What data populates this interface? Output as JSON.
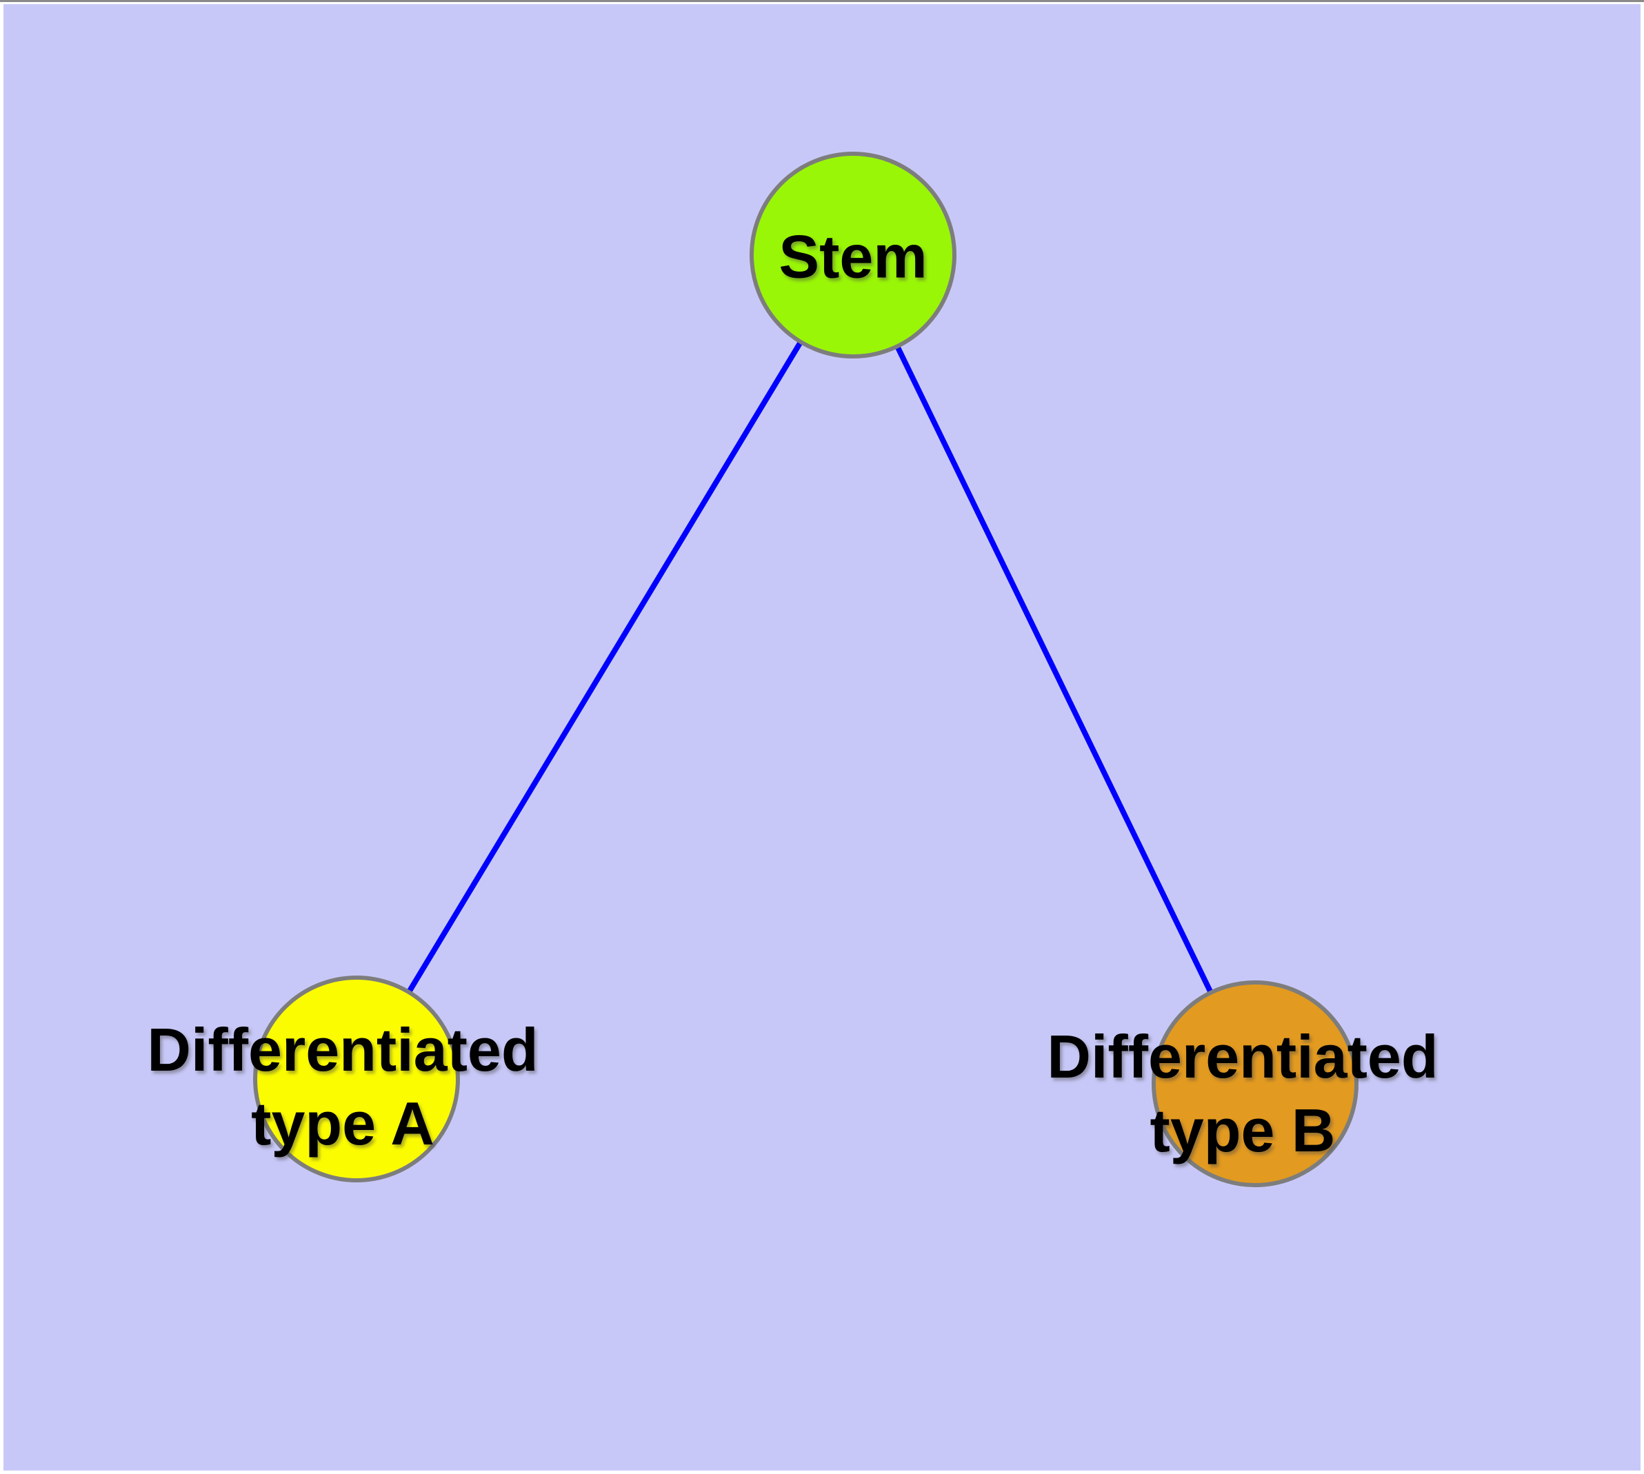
{
  "diagram": {
    "type": "graph",
    "colors": {
      "background": "#C8C8F8",
      "canvas_margin": "#FFFFFF",
      "top_hairline": "#8A8A8A",
      "edge": "#0000FF",
      "node_border": "#7D7D7D",
      "label_text": "#000000"
    },
    "nodes": [
      {
        "id": "stem",
        "label": "Stem",
        "label_lines": [
          "Stem"
        ],
        "fill": "#9AF607"
      },
      {
        "id": "differentiated-type-a",
        "label": "Differentiated type A",
        "label_lines": [
          "Differentiated",
          "type A"
        ],
        "fill": "#FCFC00"
      },
      {
        "id": "differentiated-type-b",
        "label": "Differentiated type B",
        "label_lines": [
          "Differentiated",
          "type B"
        ],
        "fill": "#E39A20"
      }
    ],
    "edges": [
      {
        "from": "Stem",
        "to": "Differentiated type A"
      },
      {
        "from": "Stem",
        "to": "Differentiated type B"
      }
    ]
  }
}
